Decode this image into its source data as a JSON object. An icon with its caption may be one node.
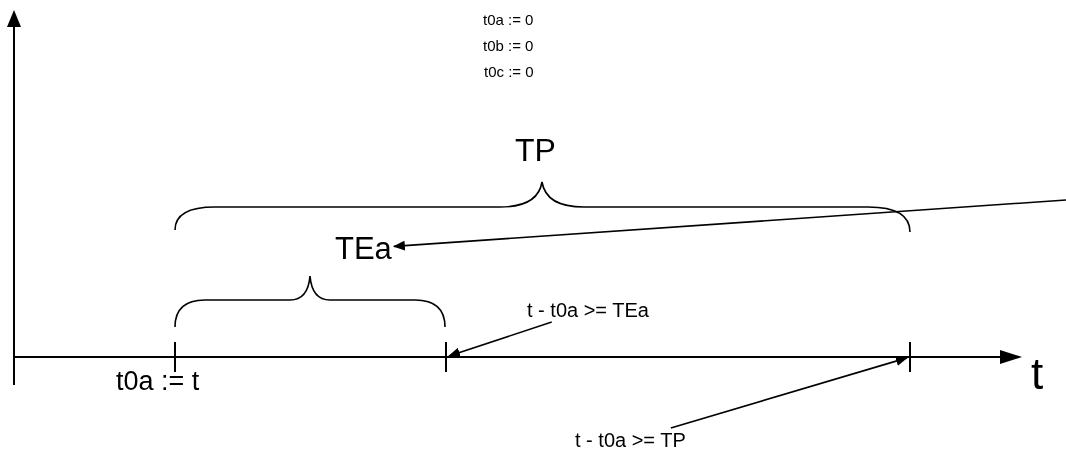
{
  "diagram": {
    "nodes": [
      {
        "text": [
          "TEa"
        ]
      },
      {
        "text": [
          "t - t0a >= TEa"
        ]
      },
      {
        "text": [
          "t - t0a >= TP"
        ]
      },
      {
        "text": [],
        "shape": "bar"
      },
      {
        "text": [],
        "shape": "bar"
      },
      {
        "text": [],
        "shape": "bar"
      }
    ],
    "edges": [
      {
        "from": null,
        "to": 0,
        "arrow": "to"
      },
      {
        "from": 1,
        "to": 4,
        "arrow": "to"
      },
      {
        "from": 2,
        "to": 5,
        "arrow": "to"
      }
    ],
    "labels": [
      "t0a := 0",
      "t0b := 0",
      "t0c := 0",
      "TP",
      "t0a := t",
      "t"
    ]
  }
}
